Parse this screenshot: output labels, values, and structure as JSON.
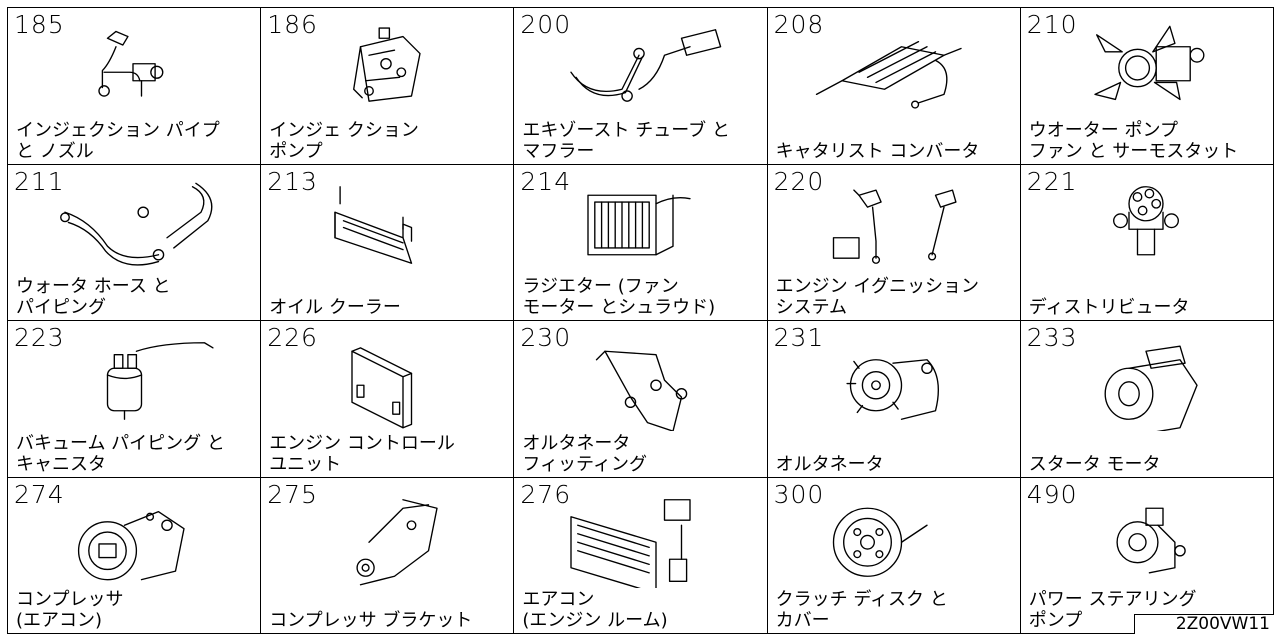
{
  "catalog": {
    "cells": [
      {
        "num": "185",
        "line1": "インジェクション パイプ",
        "line2": "と ノズル",
        "icon": "injection-pipe-icon"
      },
      {
        "num": "186",
        "line1": "インジェ クション",
        "line2": "ポンプ",
        "icon": "injection-pump-icon"
      },
      {
        "num": "200",
        "line1": "エキゾースト チューブ と",
        "line2": "マフラー",
        "icon": "exhaust-muffler-icon"
      },
      {
        "num": "208",
        "line1": "",
        "line2": "キャタリスト コンバータ",
        "icon": "catalytic-converter-icon"
      },
      {
        "num": "210",
        "line1": "ウオーター ポンプ",
        "line2": "ファン と サーモスタット",
        "icon": "water-pump-fan-icon"
      },
      {
        "num": "211",
        "line1": "ウォータ ホース と",
        "line2": "パイピング",
        "icon": "water-hose-icon"
      },
      {
        "num": "213",
        "line1": "",
        "line2": "オイル クーラー",
        "icon": "oil-cooler-icon"
      },
      {
        "num": "214",
        "line1": "ラジエター (ファン",
        "line2": "モーター とシュラウド)",
        "icon": "radiator-icon"
      },
      {
        "num": "220",
        "line1": "エンジン イグニッション",
        "line2": "システム",
        "icon": "ignition-system-icon"
      },
      {
        "num": "221",
        "line1": "",
        "line2": "ディストリビュータ",
        "icon": "distributor-icon"
      },
      {
        "num": "223",
        "line1": "バキューム パイピング と",
        "line2": "キャニスタ",
        "icon": "vacuum-canister-icon"
      },
      {
        "num": "226",
        "line1": "エンジン コントロール",
        "line2": "ユニット",
        "icon": "engine-control-unit-icon"
      },
      {
        "num": "230",
        "line1": "オルタネータ",
        "line2": "フィッティング",
        "icon": "alternator-bracket-icon"
      },
      {
        "num": "231",
        "line1": "",
        "line2": "オルタネータ",
        "icon": "alternator-icon"
      },
      {
        "num": "233",
        "line1": "",
        "line2": "スタータ モータ",
        "icon": "starter-motor-icon"
      },
      {
        "num": "274",
        "line1": "コンプレッサ",
        "line2": "(エアコン)",
        "icon": "compressor-icon"
      },
      {
        "num": "275",
        "line1": "",
        "line2": "コンプレッサ ブラケット",
        "icon": "compressor-bracket-icon"
      },
      {
        "num": "276",
        "line1": "エアコン",
        "line2": "(エンジン ルーム)",
        "icon": "aircon-condenser-icon"
      },
      {
        "num": "300",
        "line1": "クラッチ ディスク と",
        "line2": "カバー",
        "icon": "clutch-disc-icon"
      },
      {
        "num": "490",
        "line1": "パワー ステアリング",
        "line2": "ポンプ",
        "icon": "power-steering-pump-icon"
      }
    ]
  },
  "footer": {
    "code": "2Z00VW11"
  }
}
